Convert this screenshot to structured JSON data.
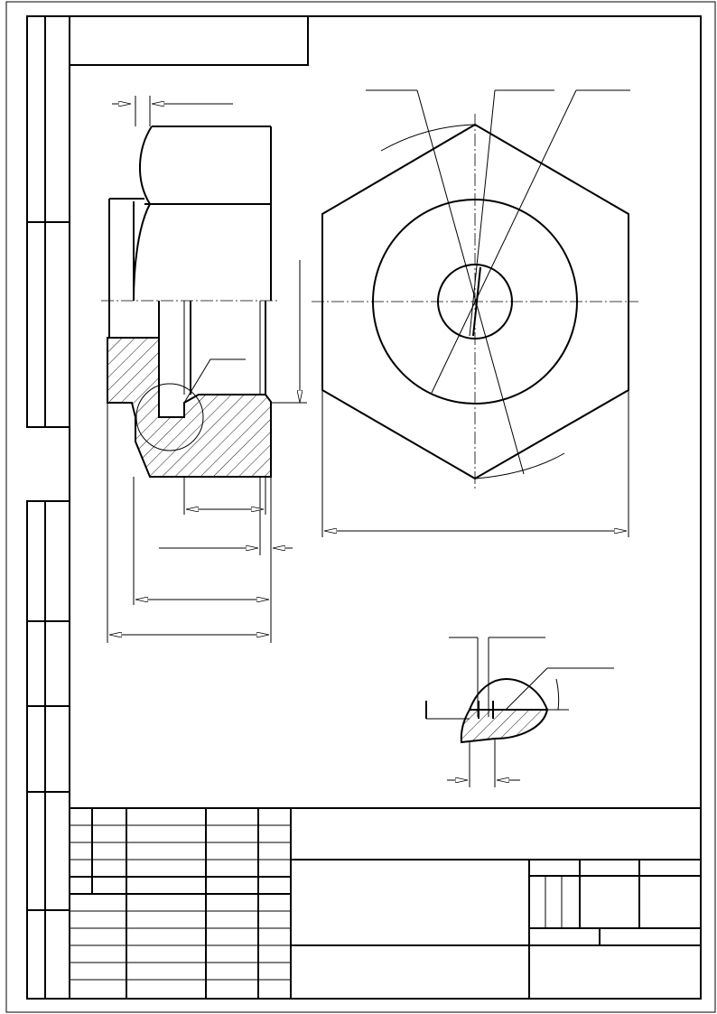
{
  "sheet": {
    "format": "A4",
    "description_label": ""
  },
  "title_block": {
    "designation": "",
    "name": "",
    "material": "",
    "organization": "",
    "cells": []
  },
  "views": [
    {
      "name": "front-half-section"
    },
    {
      "name": "left-view-hexagon"
    },
    {
      "name": "detail-chamfer-section"
    }
  ]
}
